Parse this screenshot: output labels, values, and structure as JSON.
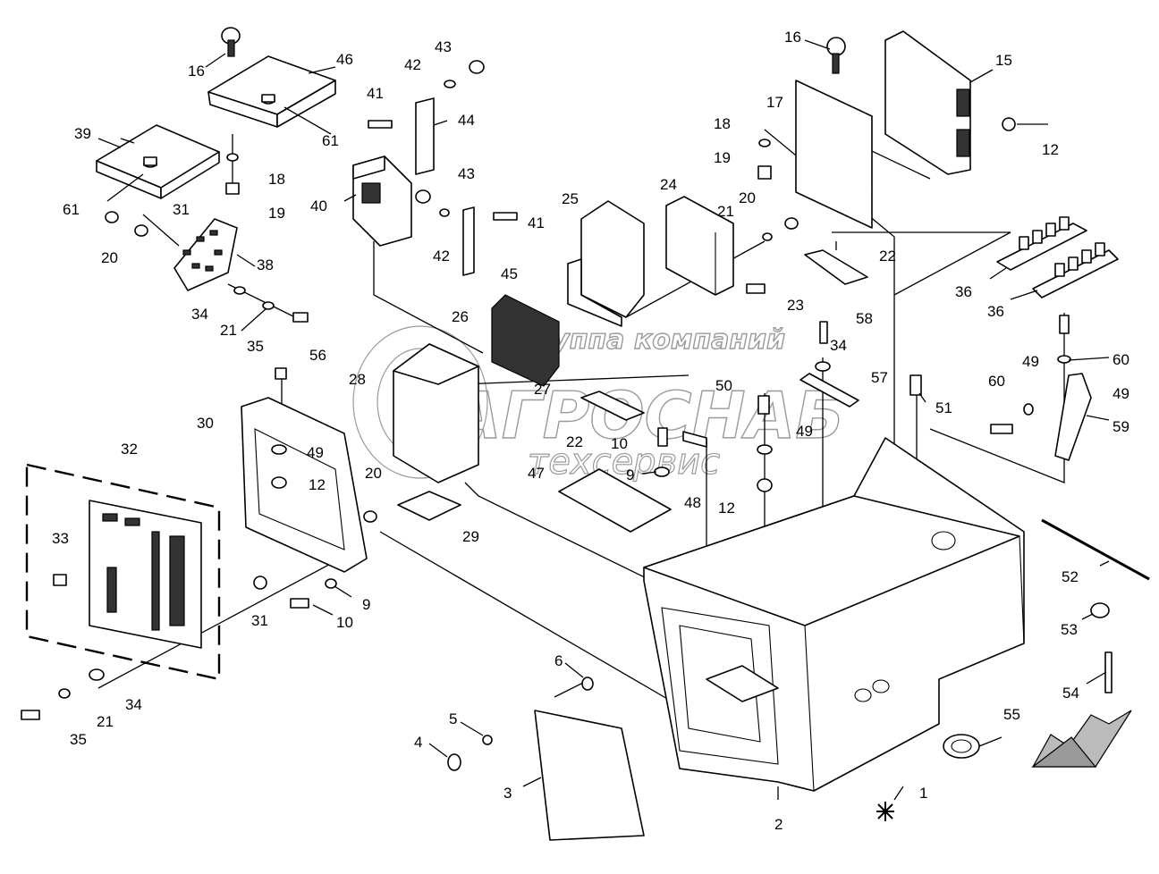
{
  "watermark": {
    "line1": "группа компаний",
    "line2": "АГРОСНАБ",
    "line3": "техсервис"
  },
  "callouts": {
    "c1": "1",
    "c2": "2",
    "c3": "3",
    "c4": "4",
    "c5": "5",
    "c6": "6",
    "c9a": "9",
    "c9b": "9",
    "c10a": "10",
    "c10b": "10",
    "c12a": "12",
    "c12b": "12",
    "c12c": "12",
    "c15": "15",
    "c16a": "16",
    "c16b": "16",
    "c17": "17",
    "c18a": "18",
    "c18b": "18",
    "c19a": "19",
    "c19b": "19",
    "c20a": "20",
    "c20b": "20",
    "c20c": "20",
    "c21a": "21",
    "c21b": "21",
    "c21c": "21",
    "c22a": "22",
    "c22b": "22",
    "c23": "23",
    "c24": "24",
    "c25": "25",
    "c26": "26",
    "c27": "27",
    "c28": "28",
    "c29": "29",
    "c30": "30",
    "c31a": "31",
    "c31b": "31",
    "c32": "32",
    "c33": "33",
    "c34a": "34",
    "c34b": "34",
    "c34c": "34",
    "c35a": "35",
    "c35b": "35",
    "c36a": "36",
    "c36b": "36",
    "c38": "38",
    "c39": "39",
    "c40": "40",
    "c41a": "41",
    "c41b": "41",
    "c42a": "42",
    "c42b": "42",
    "c43a": "43",
    "c43b": "43",
    "c44": "44",
    "c45": "45",
    "c46": "46",
    "c47": "47",
    "c48": "48",
    "c49a": "49",
    "c49b": "49",
    "c49c": "49",
    "c49d": "49",
    "c50": "50",
    "c51": "51",
    "c52": "52",
    "c53": "53",
    "c54": "54",
    "c55": "55",
    "c56": "56",
    "c57": "57",
    "c58": "58",
    "c59": "59",
    "c60a": "60",
    "c60b": "60",
    "c61a": "61",
    "c61b": "61"
  },
  "colors": {
    "line": "#000000",
    "background": "#ffffff",
    "watermark": "#9a9a9a"
  }
}
